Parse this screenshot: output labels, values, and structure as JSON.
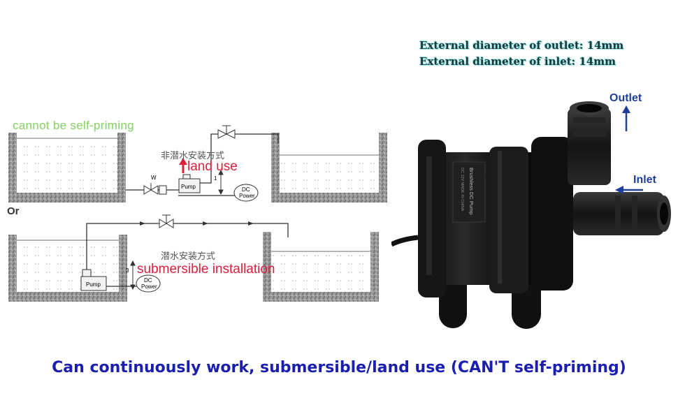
{
  "specs": {
    "outlet_diameter": "External diameter of outlet: 14mm",
    "inlet_diameter": "External diameter of inlet: 14mm"
  },
  "diagram": {
    "header_note": "cannot be self-priming",
    "or_label": "Or",
    "land": {
      "chinese_label": "非潜水安装方式",
      "english_label": "land use",
      "height_mark": "1",
      "pump_text": "Pump",
      "power_line1": "DC",
      "power_line2": "Power",
      "valve_mark": "W"
    },
    "submersible": {
      "chinese_label": "潜水安装方式",
      "english_label": "submersible installation",
      "height_mark": "3",
      "pump_text": "Pump",
      "power_line1": "DC",
      "power_line2": "Power"
    }
  },
  "product": {
    "outlet_label": "Outlet",
    "inlet_label": "Inlet",
    "body_print": "Brushless DC Pump",
    "body_print_small": "DC 12V  MADE IN CHINA"
  },
  "caption": "Can continuously work, submersible/land use (CAN'T self-priming)",
  "colors": {
    "caption": "#1b1fb0",
    "arrow": "#1f3f9a",
    "note_green": "#8ed16c",
    "label_red": "#d9213c",
    "pump_body": "#151515"
  }
}
